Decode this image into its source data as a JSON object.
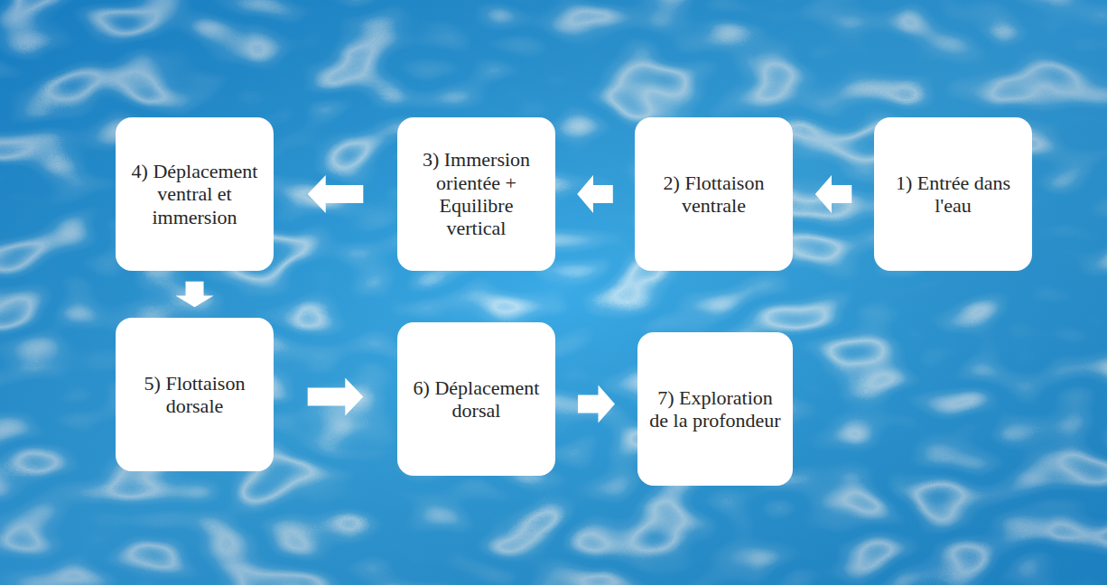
{
  "diagram": {
    "nodes": [
      {
        "text": [
          "1) Entrée dans l'eau"
        ]
      },
      {
        "text": [
          "2) Flottaison ventrale"
        ]
      },
      {
        "text": [
          "3) Immersion orientée + Equilibre vertical"
        ]
      },
      {
        "text": [
          "4) Déplacement ventral et immersion"
        ]
      },
      {
        "text": [
          "5) Flottaison dorsale"
        ]
      },
      {
        "text": [
          "6) Déplacement dorsal"
        ]
      },
      {
        "text": [
          "7) Exploration de la profondeur"
        ]
      }
    ],
    "edges": [
      {
        "from": 0,
        "to": 1,
        "arrow": "to"
      },
      {
        "from": 1,
        "to": 2,
        "arrow": "to"
      },
      {
        "from": 2,
        "to": 3,
        "arrow": "to"
      },
      {
        "from": 3,
        "to": 4,
        "arrow": "to"
      },
      {
        "from": 4,
        "to": 5,
        "arrow": "to"
      },
      {
        "from": 5,
        "to": 6,
        "arrow": "to"
      }
    ]
  }
}
